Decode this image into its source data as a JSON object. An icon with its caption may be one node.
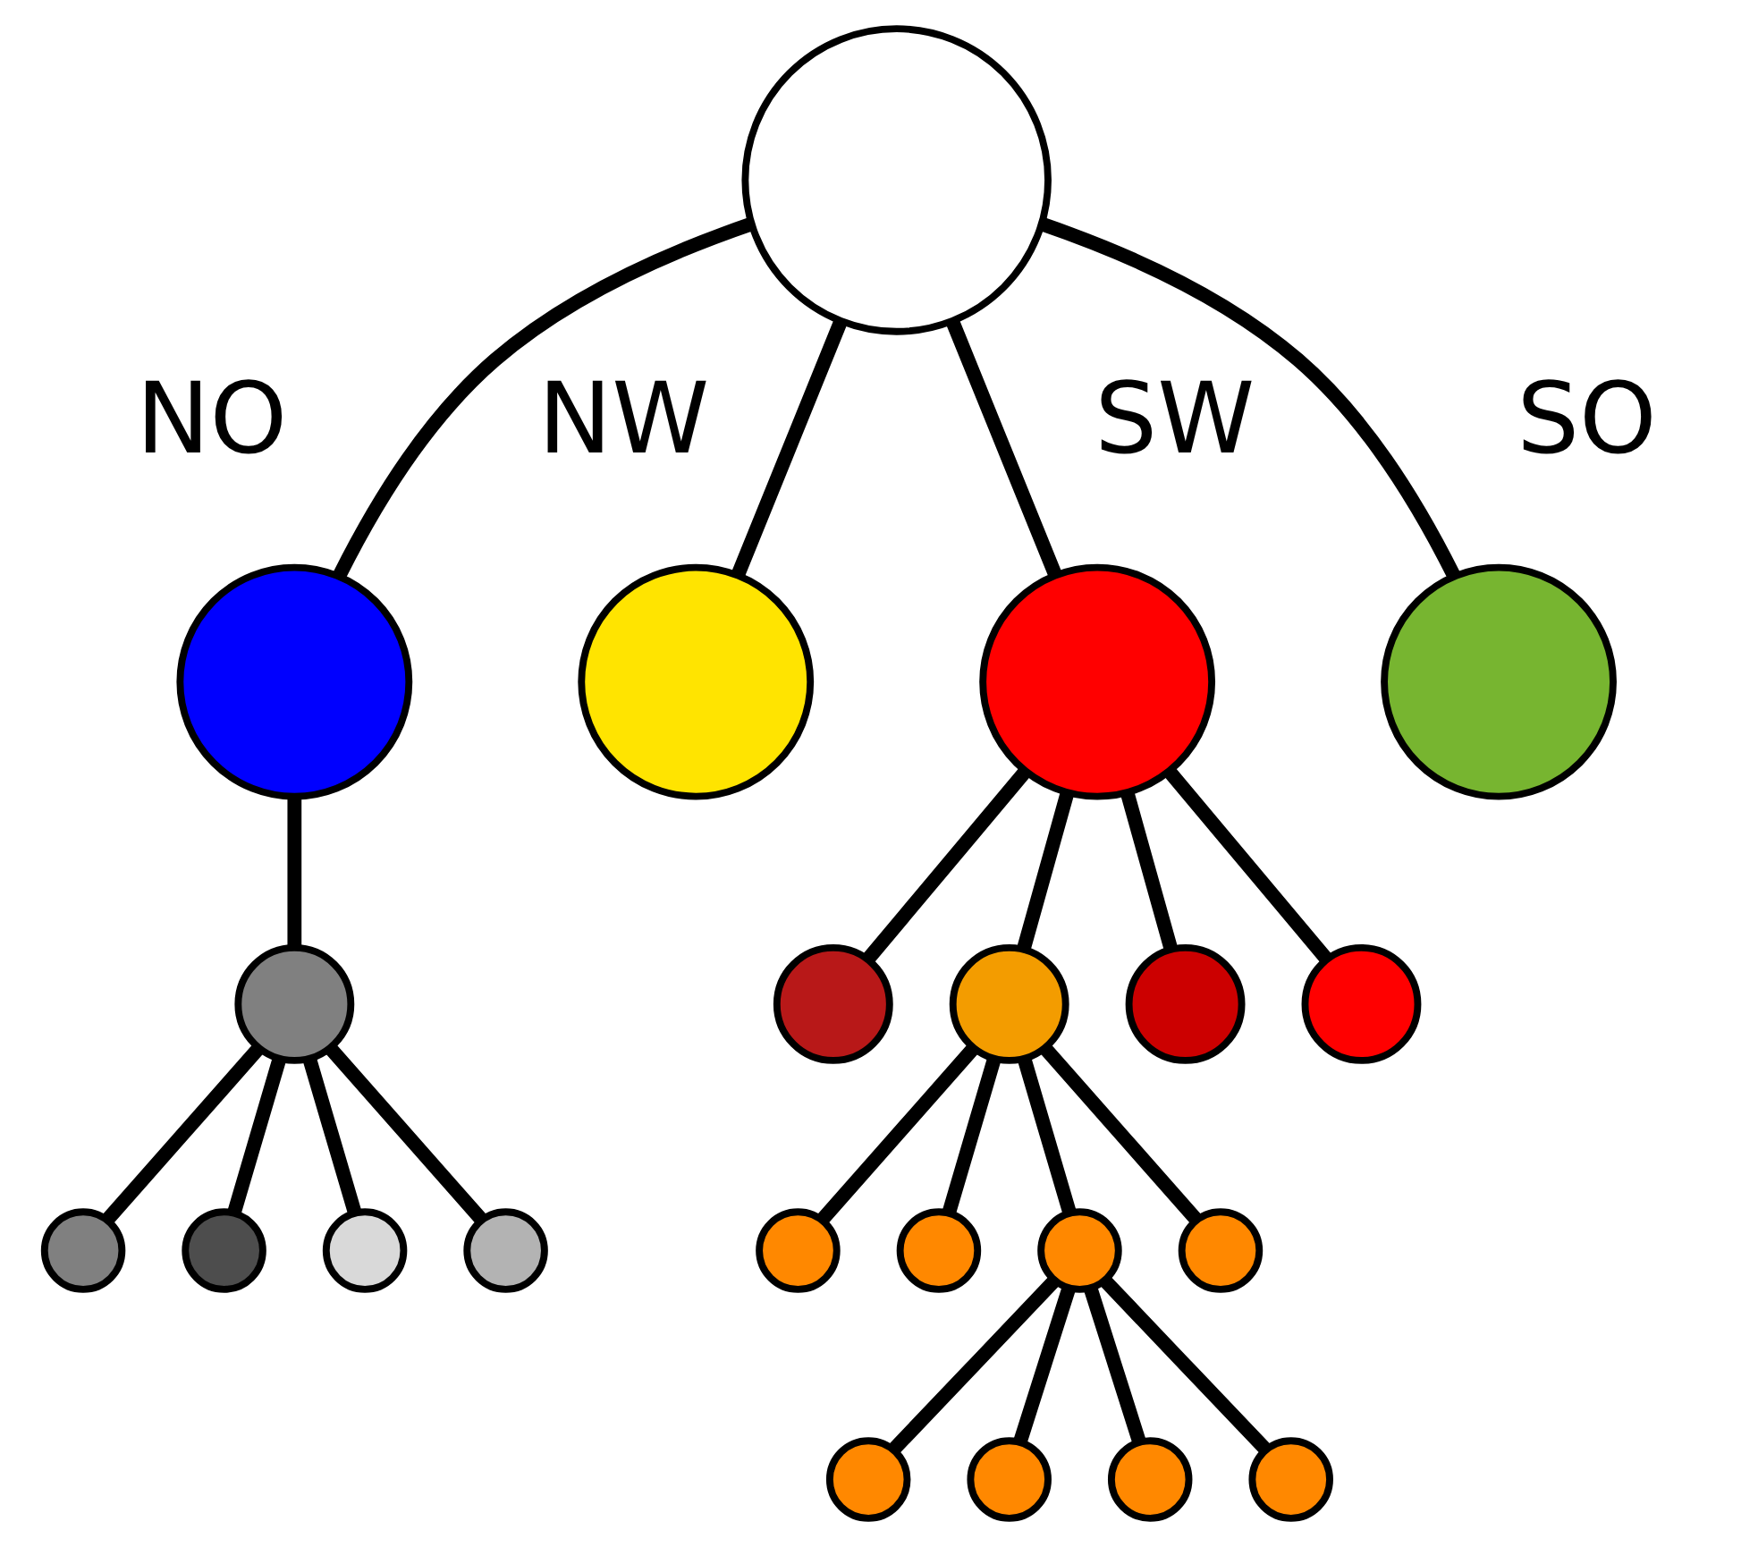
{
  "diagram": {
    "nodes": [
      {
        "text": [],
        "shape": "circle"
      },
      {
        "text": [],
        "shape": "circle",
        "beside": [
          "NO"
        ]
      },
      {
        "text": [],
        "shape": "circle",
        "beside": [
          "NW"
        ]
      },
      {
        "text": [],
        "shape": "circle",
        "beside": [
          "SW"
        ]
      },
      {
        "text": [],
        "shape": "circle",
        "beside": [
          "SO"
        ]
      },
      {
        "text": [],
        "shape": "circle"
      },
      {
        "text": [],
        "shape": "circle"
      },
      {
        "text": [],
        "shape": "circle"
      },
      {
        "text": [],
        "shape": "circle"
      },
      {
        "text": [],
        "shape": "circle"
      },
      {
        "text": [],
        "shape": "circle"
      },
      {
        "text": [],
        "shape": "circle"
      },
      {
        "text": [],
        "shape": "circle"
      },
      {
        "text": [],
        "shape": "circle"
      },
      {
        "text": [],
        "shape": "circle"
      },
      {
        "text": [],
        "shape": "circle"
      },
      {
        "text": [],
        "shape": "circle"
      },
      {
        "text": [],
        "shape": "circle"
      },
      {
        "text": [],
        "shape": "circle"
      },
      {
        "text": [],
        "shape": "circle"
      },
      {
        "text": [],
        "shape": "circle"
      },
      {
        "text": [],
        "shape": "circle"
      }
    ],
    "edges": [
      {
        "from": 0,
        "to": 1,
        "arrow": "none"
      },
      {
        "from": 0,
        "to": 2,
        "arrow": "none"
      },
      {
        "from": 0,
        "to": 3,
        "arrow": "none"
      },
      {
        "from": 0,
        "to": 4,
        "arrow": "none"
      },
      {
        "from": 1,
        "to": 5,
        "arrow": "none"
      },
      {
        "from": 3,
        "to": 6,
        "arrow": "none"
      },
      {
        "from": 3,
        "to": 7,
        "arrow": "none"
      },
      {
        "from": 3,
        "to": 8,
        "arrow": "none"
      },
      {
        "from": 3,
        "to": 9,
        "arrow": "none"
      },
      {
        "from": 5,
        "to": 10,
        "arrow": "none"
      },
      {
        "from": 5,
        "to": 11,
        "arrow": "none"
      },
      {
        "from": 5,
        "to": 12,
        "arrow": "none"
      },
      {
        "from": 5,
        "to": 13,
        "arrow": "none"
      },
      {
        "from": 7,
        "to": 14,
        "arrow": "none"
      },
      {
        "from": 7,
        "to": 15,
        "arrow": "none"
      },
      {
        "from": 7,
        "to": 16,
        "arrow": "none"
      },
      {
        "from": 7,
        "to": 17,
        "arrow": "none"
      },
      {
        "from": 16,
        "to": 18,
        "arrow": "none"
      },
      {
        "from": 16,
        "to": 19,
        "arrow": "none"
      },
      {
        "from": 16,
        "to": 20,
        "arrow": "none"
      },
      {
        "from": 16,
        "to": 21,
        "arrow": "none"
      }
    ]
  }
}
